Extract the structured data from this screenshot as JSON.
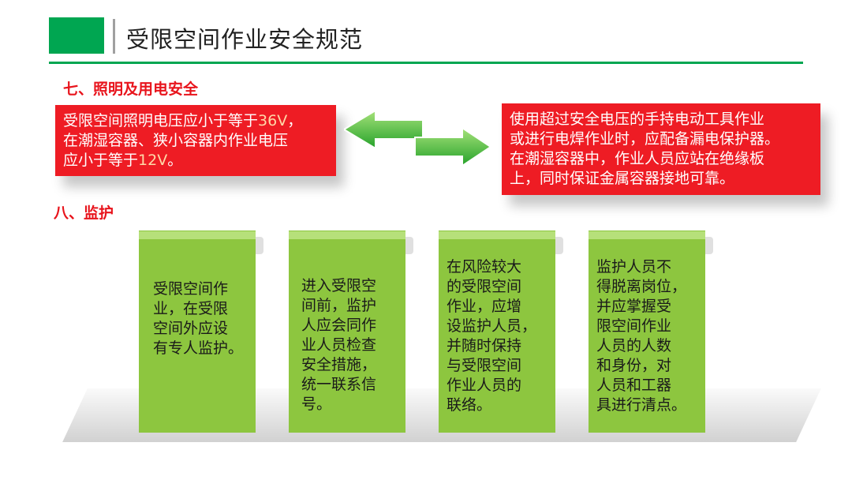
{
  "slide": {
    "title": "受限空间作业安全规范",
    "section7": "七、照明及用电安全",
    "section8": "八、监护"
  },
  "left_box": {
    "line1a": "受限空间照明电压应小于等于",
    "line1b": "36V",
    "line1c": "，",
    "line2": "在潮湿容器、狭小容器内作业电压",
    "line3a": "应小于等于",
    "line3b": "12V",
    "line3c": "。"
  },
  "right_box": {
    "line1": "使用超过安全电压的手持电动工具作业",
    "line2": "或进行电焊作业时，应配备漏电保护器。",
    "line3": "在潮湿容器中，作业人员应站在绝缘板",
    "line4": "上，同时保证金属容器接地可靠。"
  },
  "cards": [
    {
      "lines": [
        "受限空间作",
        "业，在受限",
        "空间外应设",
        "有专人监护。"
      ]
    },
    {
      "lines": [
        "进入受限空",
        "间前，监护",
        "人应会同作",
        "业人员检查",
        "安全措施，",
        "统一联系信",
        "号。"
      ]
    },
    {
      "lines": [
        "在风险较大",
        "的受限空间",
        "作业，应增",
        "设监护人员，",
        "并随时保持",
        "与受限空间",
        "作业人员的",
        "联络。"
      ]
    },
    {
      "lines": [
        "监护人员不",
        "得脱离岗位，",
        "并应掌握受",
        "限空间作业",
        "人员的人数",
        "和身份，对",
        "人员和工器",
        "具进行清点。"
      ]
    }
  ],
  "colors": {
    "accent_green": "#00a651",
    "card_green": "#8dc63f",
    "red": "#ee1c24",
    "section_red": "#e8141c"
  }
}
